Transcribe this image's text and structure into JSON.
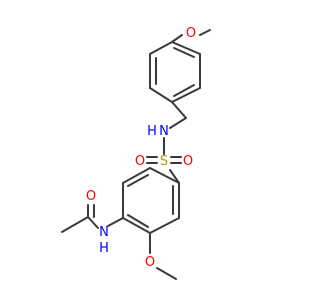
{
  "molecule": {
    "atoms": {
      "methoxy_top_o": {
        "text": "O",
        "color": "#ff0000"
      },
      "sulfonamide_nh": {
        "text": "N",
        "h_text": "H",
        "color": "#0000ff"
      },
      "sulfur": {
        "text": "S",
        "color": "#b5a000"
      },
      "sulfonyl_o_left": {
        "text": "O",
        "color": "#ff0000"
      },
      "sulfonyl_o_right": {
        "text": "O",
        "color": "#ff0000"
      },
      "amide_o": {
        "text": "O",
        "color": "#ff0000"
      },
      "amide_nh": {
        "text": "N",
        "h_text": "H",
        "color": "#0000ff"
      },
      "methoxy_bottom_o": {
        "text": "O",
        "color": "#ff0000"
      }
    },
    "bond_color": "#3a3a3a"
  }
}
